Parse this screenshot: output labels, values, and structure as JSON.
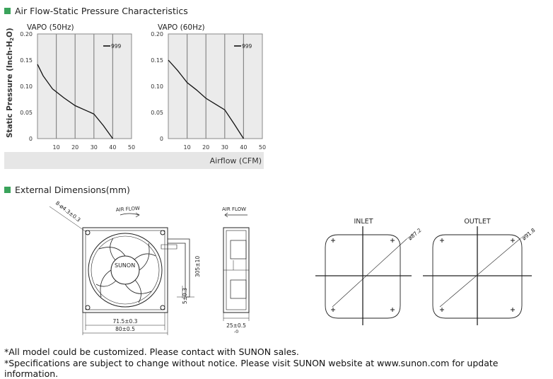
{
  "sections": {
    "airflow_title": "Air Flow-Static Pressure Characteristics",
    "dimensions_title": "External Dimensions(mm)"
  },
  "axes": {
    "y_label": "Static Pressure (Inch-H",
    "y_sub": "2",
    "y_label_end": "O)",
    "x_label": "Airflow (CFM)"
  },
  "charts": [
    {
      "title": "VAPO (50Hz)",
      "legend": "999"
    },
    {
      "title": "VAPO (60Hz)",
      "legend": "999"
    }
  ],
  "chart_data": [
    {
      "type": "line",
      "title": "VAPO (50Hz)",
      "xlabel": "Airflow (CFM)",
      "ylabel": "Static Pressure (Inch-H2O)",
      "xlim": [
        0,
        50
      ],
      "ylim": [
        0,
        0.2
      ],
      "xticks": [
        "10",
        "20",
        "30",
        "40",
        "50"
      ],
      "yticks": [
        "0",
        "0.05",
        "0.10",
        "0.15",
        "0.20"
      ],
      "series": [
        {
          "name": "999",
          "x": [
            0,
            3,
            8,
            14,
            20,
            25,
            30,
            35,
            40
          ],
          "y": [
            0.142,
            0.12,
            0.095,
            0.078,
            0.063,
            0.055,
            0.047,
            0.025,
            0.0
          ]
        }
      ]
    },
    {
      "type": "line",
      "title": "VAPO (60Hz)",
      "xlabel": "Airflow (CFM)",
      "ylabel": "Static Pressure (Inch-H2O)",
      "xlim": [
        0,
        50
      ],
      "ylim": [
        0,
        0.2
      ],
      "xticks": [
        "10",
        "20",
        "30",
        "40",
        "50"
      ],
      "yticks": [
        "0",
        "0.05",
        "0.10",
        "0.15",
        "0.20"
      ],
      "series": [
        {
          "name": "999",
          "x": [
            0,
            5,
            10,
            15,
            20,
            25,
            30,
            35,
            40
          ],
          "y": [
            0.15,
            0.13,
            0.107,
            0.093,
            0.077,
            0.066,
            0.055,
            0.028,
            0.0
          ]
        }
      ]
    }
  ],
  "drawing": {
    "air_flow": "AIR FLOW",
    "brand": "SUNON",
    "holes": "8-ø4.3±0.3",
    "dim_715": "71.5±0.3",
    "dim_80": "80±0.5",
    "dim_305": "305±10",
    "dim_5": "5±0.3",
    "dim_25": "25±0.5",
    "dim_25_tol": "-0",
    "inlet": "INLET",
    "outlet": "OUTLET",
    "inlet_dia": "ø87.2",
    "outlet_dia": "ø91.8"
  },
  "footer": {
    "line1": "*All model could be customized. Please contact with SUNON sales.",
    "line2": "*Specifications are subject to change without notice. Please visit SUNON website at www.sunon.com for update information."
  },
  "colors": {
    "accent": "#3aa35b",
    "chart_bg": "#ebebeb",
    "grid": "#888888"
  }
}
